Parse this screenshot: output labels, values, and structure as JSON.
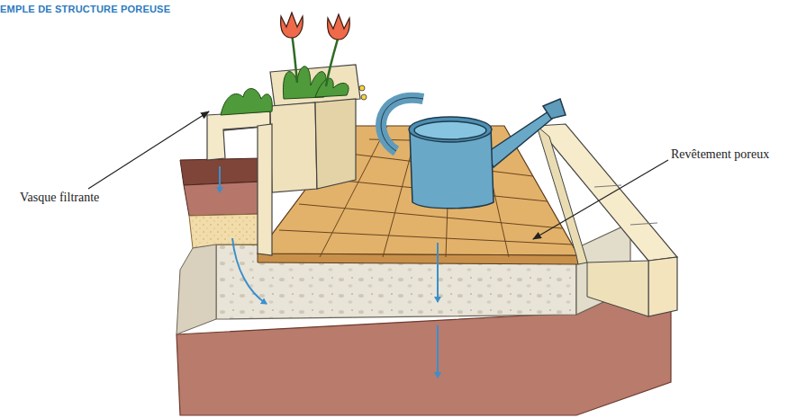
{
  "diagram": {
    "title": "EMPLE DE STRUCTURE POREUSE",
    "labels": [
      "Vasque filtrante",
      "Revêtement poreux"
    ]
  }
}
